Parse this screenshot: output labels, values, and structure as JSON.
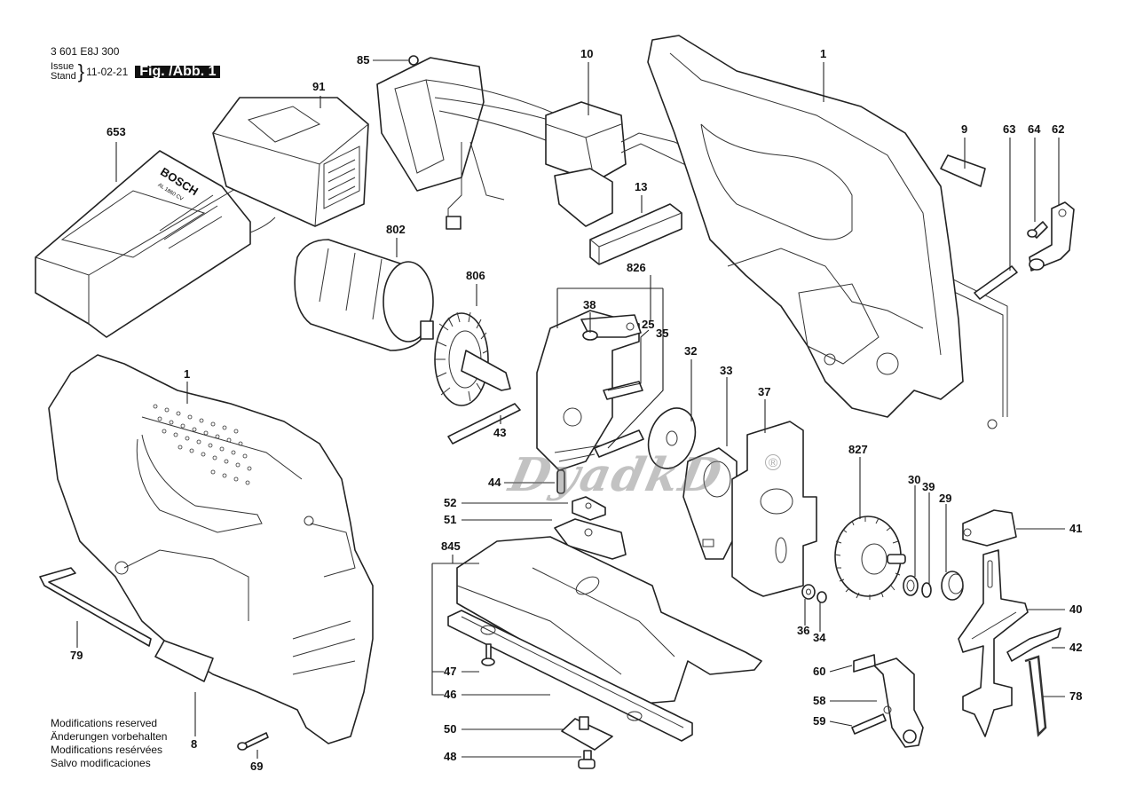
{
  "header": {
    "doc_number": "3 601 E8J 300",
    "issue_label": "Issue",
    "stand_label": "Stand",
    "issue_date": "11-02-21",
    "figure_label": "Fig. /Abb. 1"
  },
  "footer": {
    "modifications": [
      "Modifications reserved",
      "Änderungen vorbehalten",
      "Modifications resérvées",
      "Salvo modificaciones"
    ]
  },
  "watermark": {
    "text": "DyadkD",
    "registered_mark": "®"
  },
  "charger_logo": {
    "brand": "BOSCH",
    "model": "AL 1860 CV"
  },
  "part_labels": {
    "p85": "85",
    "p91": "91",
    "p10": "10",
    "p1_top": "1",
    "p653": "653",
    "p13": "13",
    "p9": "9",
    "p63": "63",
    "p64": "64",
    "p62": "62",
    "p802": "802",
    "p826": "826",
    "p806": "806",
    "p38": "38",
    "p25": "25",
    "p35": "35",
    "p32": "32",
    "p33": "33",
    "p37": "37",
    "p1_bottom": "1",
    "p43": "43",
    "p827": "827",
    "p44": "44",
    "p30": "30",
    "p39": "39",
    "p29": "29",
    "p52": "52",
    "p51": "51",
    "p41": "41",
    "p845": "845",
    "p36": "36",
    "p34": "34",
    "p40": "40",
    "p79": "79",
    "p47": "47",
    "p42": "42",
    "p60": "60",
    "p46": "46",
    "p78": "78",
    "p58": "58",
    "p59": "59",
    "p50": "50",
    "p48": "48",
    "p8": "8",
    "p69": "69"
  }
}
